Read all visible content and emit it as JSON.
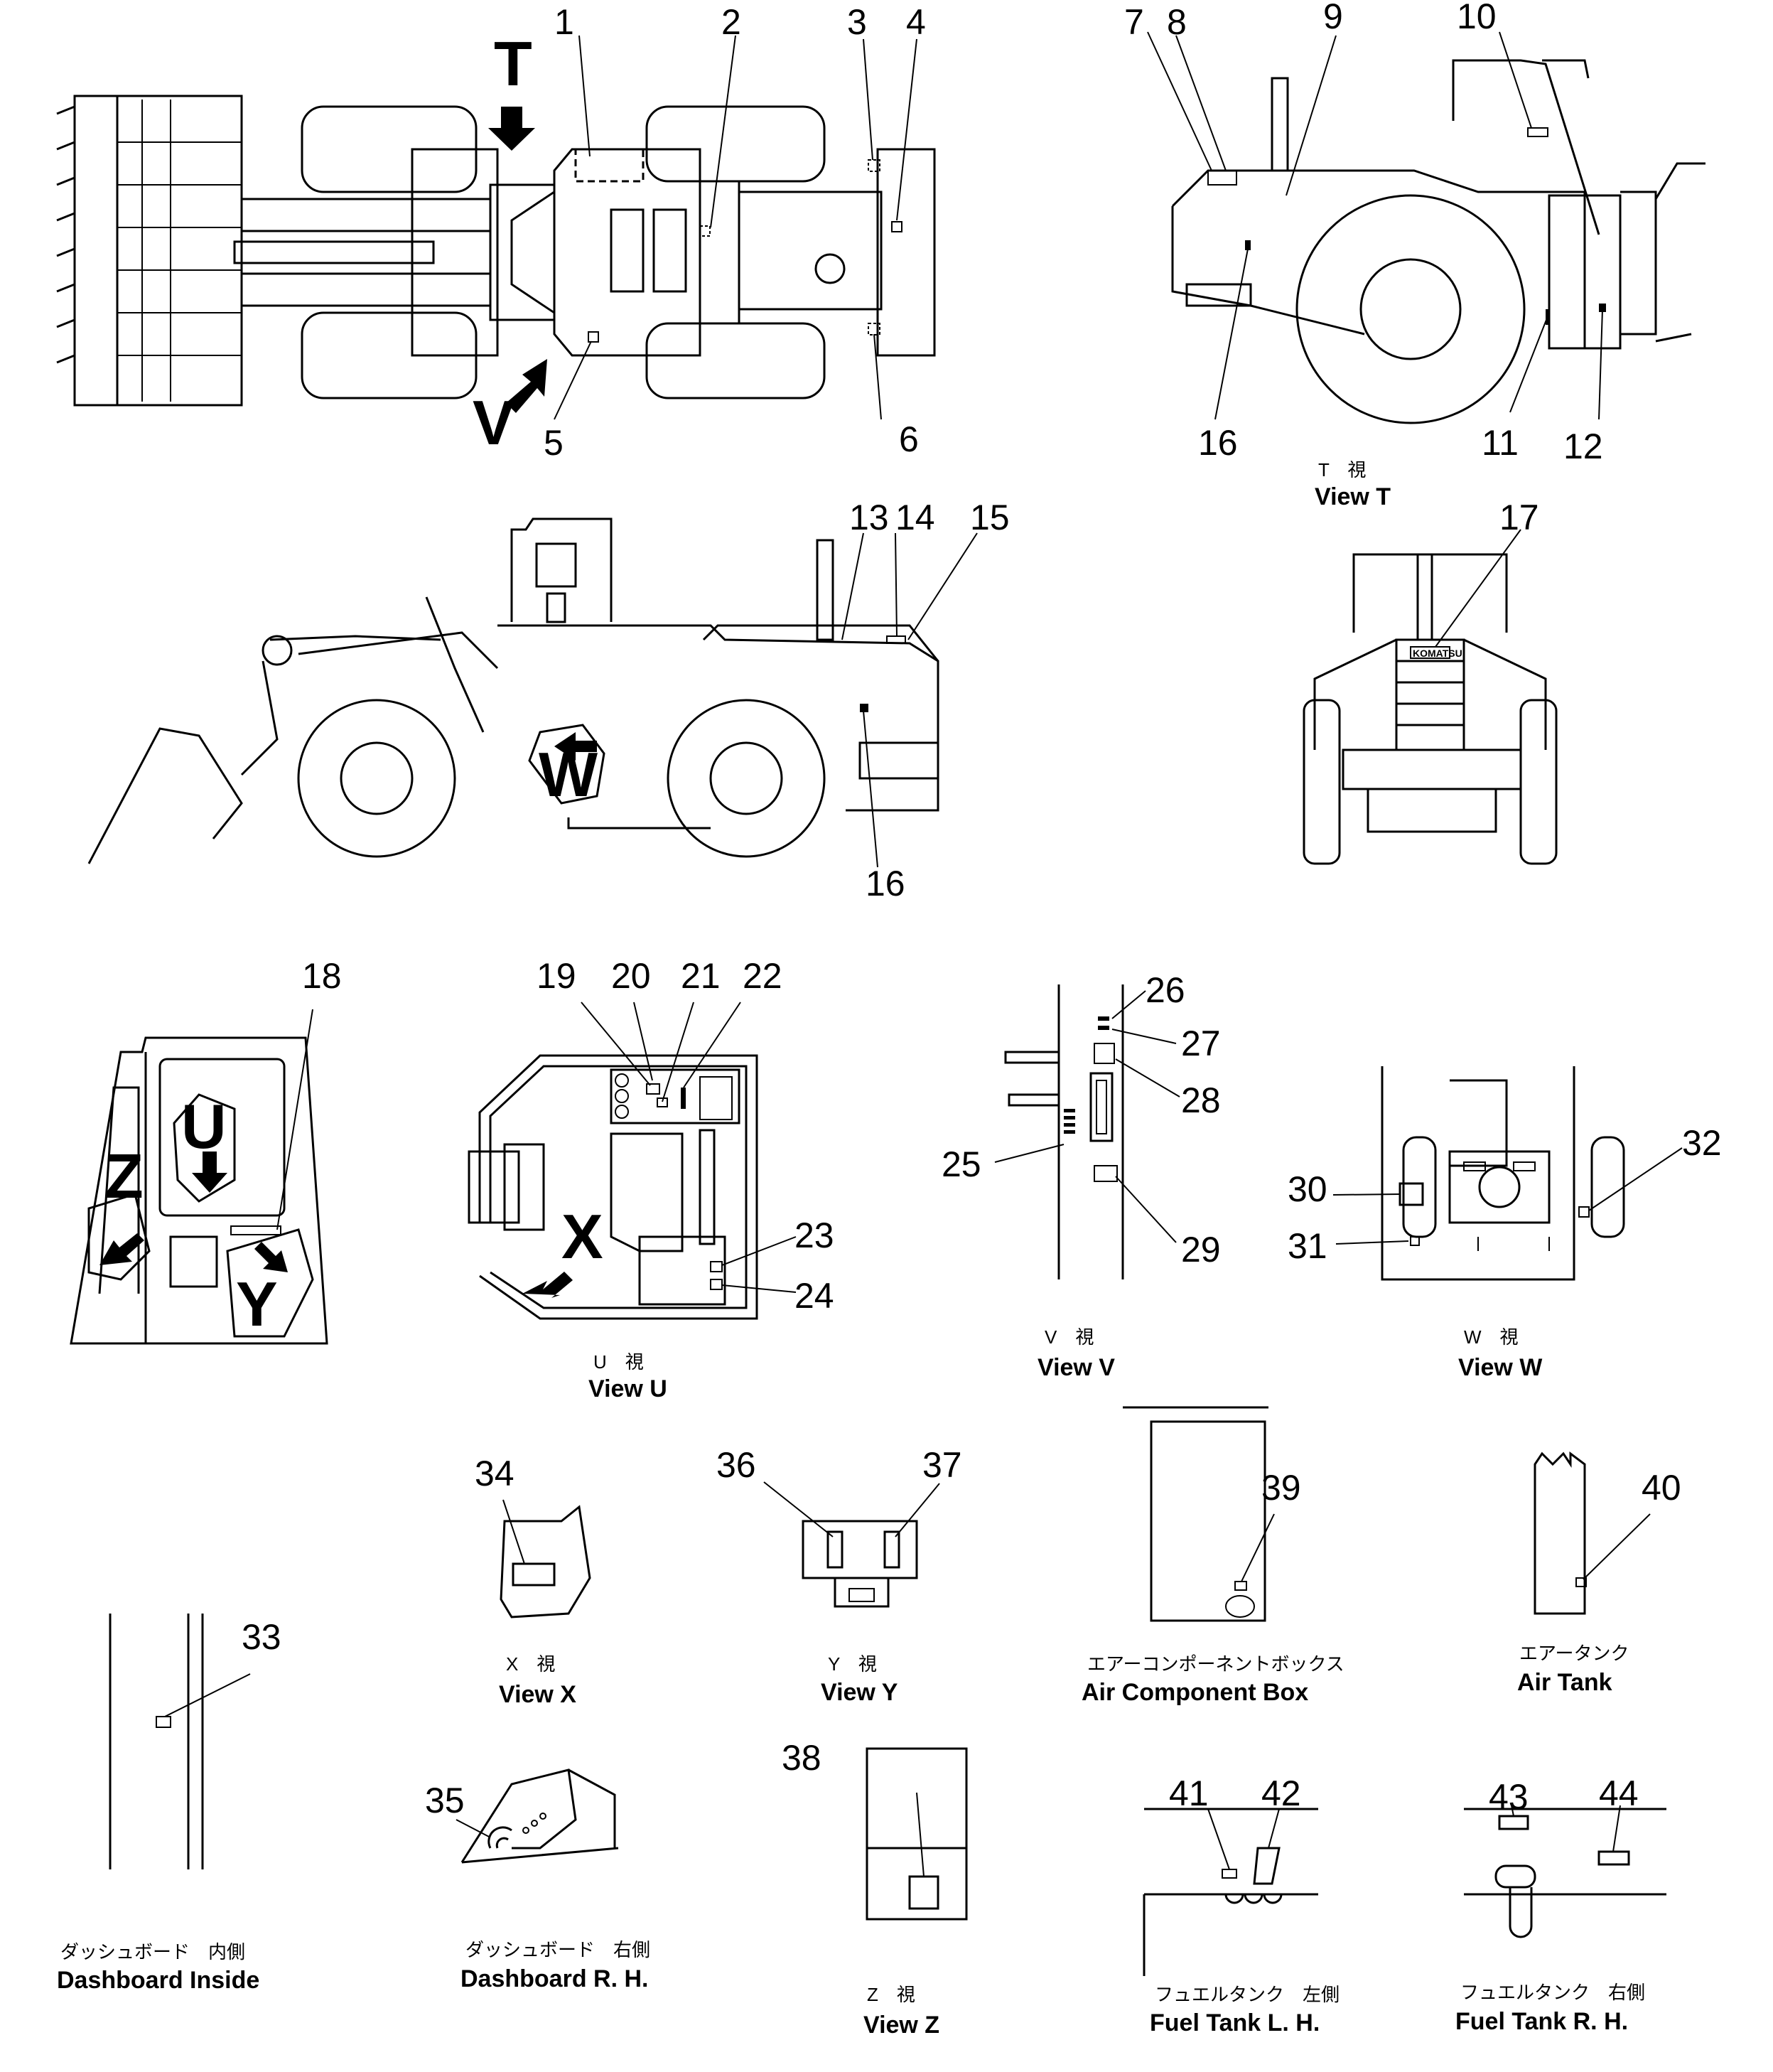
{
  "callouts": [
    "1",
    "2",
    "3",
    "4",
    "5",
    "6",
    "7",
    "8",
    "9",
    "10",
    "11",
    "12",
    "13",
    "14",
    "15",
    "16",
    "17",
    "18",
    "19",
    "20",
    "21",
    "22",
    "23",
    "24",
    "25",
    "26",
    "27",
    "28",
    "29",
    "30",
    "31",
    "32",
    "33",
    "34",
    "35",
    "36",
    "37",
    "38",
    "39",
    "40",
    "41",
    "42",
    "43",
    "44"
  ],
  "view_arrows": {
    "t": "T",
    "v": "V",
    "w": "W",
    "u": "U",
    "x": "X",
    "y": "Y",
    "z": "Z"
  },
  "brand_plate": "KOMATSU",
  "captions": {
    "view_t": {
      "jp": "T　視",
      "en": "View  T"
    },
    "view_u": {
      "jp": "U　視",
      "en": "View  U"
    },
    "view_v": {
      "jp": "V　視",
      "en": "View  V"
    },
    "view_w": {
      "jp": "W　視",
      "en": "View  W"
    },
    "view_x": {
      "jp": "X　視",
      "en": "View  X"
    },
    "view_y": {
      "jp": "Y　視",
      "en": "View  Y"
    },
    "view_z": {
      "jp": "Z　視",
      "en": "View  Z"
    },
    "air_component_box": {
      "jp": "エアーコンポーネントボックス",
      "en": "Air  Component  Box"
    },
    "air_tank": {
      "jp": "エアータンク",
      "en": "Air  Tank"
    },
    "dashboard_inside": {
      "jp": "ダッシュボード　内側",
      "en": "Dashboard  Inside"
    },
    "dashboard_rh": {
      "jp": "ダッシュボード　右側",
      "en": "Dashboard  R. H."
    },
    "fuel_tank_lh": {
      "jp": "フュエルタンク　左側",
      "en": "Fuel  Tank  L. H."
    },
    "fuel_tank_rh": {
      "jp": "フュエルタンク　右側",
      "en": "Fuel  Tank  R. H."
    }
  }
}
